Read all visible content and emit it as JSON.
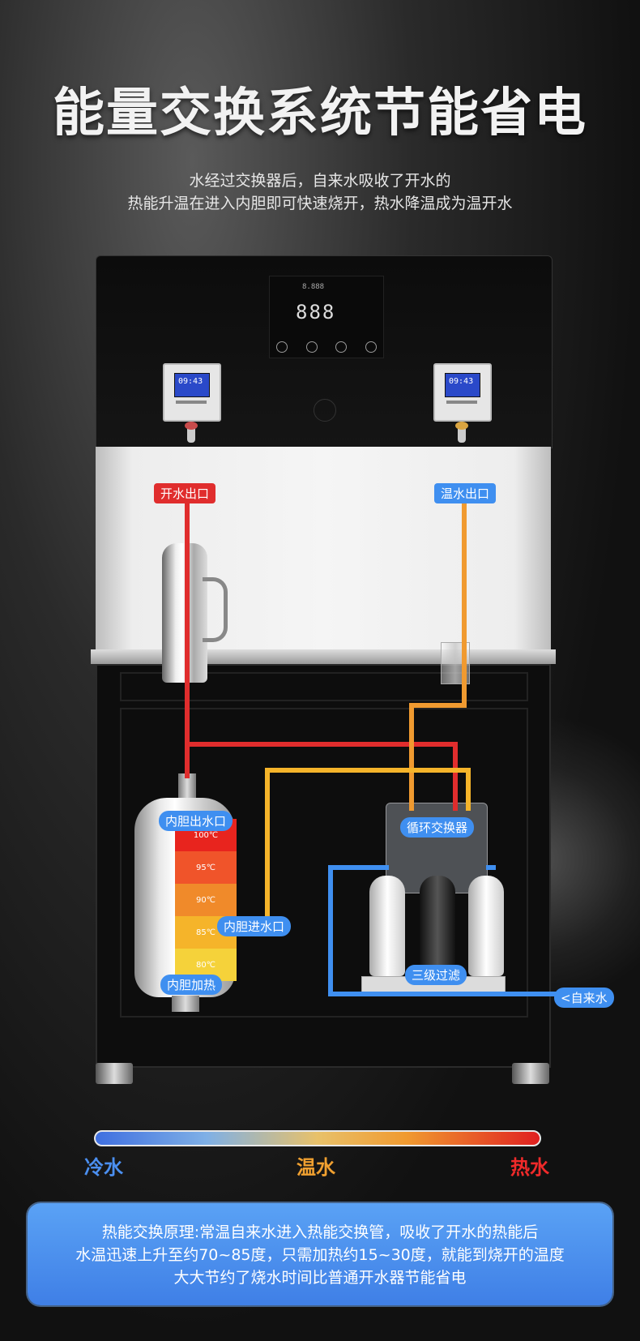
{
  "header": {
    "title": "能量交换系统节能省电",
    "subtitle_line1": "水经过交换器后，自来水吸收了开水的",
    "subtitle_line2": "热能升温在进入内胆即可快速烧开，热水降温成为温开水"
  },
  "machine": {
    "display_main": "888",
    "display_top": "8.888",
    "tap_screen": "09:43"
  },
  "labels": {
    "hot_outlet": "开水出口",
    "warm_outlet": "温水出口",
    "tank_outlet": "内胆出水口",
    "tank_inlet": "内胆进水口",
    "tank_heating": "内胆加热",
    "exchanger": "循环交换器",
    "filter": "三级过滤",
    "tap_water": "<自来水"
  },
  "tank_scale": [
    "100℃",
    "95℃",
    "90℃",
    "85℃",
    "80℃"
  ],
  "colors": {
    "hot": "#e02d2d",
    "warm": "#f09a30",
    "cold": "#3f8ff0",
    "yellow": "#f5d11e"
  },
  "temperature_scale": {
    "cold": "冷水",
    "warm": "温水",
    "hot": "热水"
  },
  "info": {
    "line1": "热能交换原理:常温自来水进入热能交换管，吸收了开水的热能后",
    "line2": "水温迅速上升至约70~85度，只需加热约15~30度，就能到烧开的温度",
    "line3": "大大节约了烧水时间比普通开水器节能省电"
  }
}
